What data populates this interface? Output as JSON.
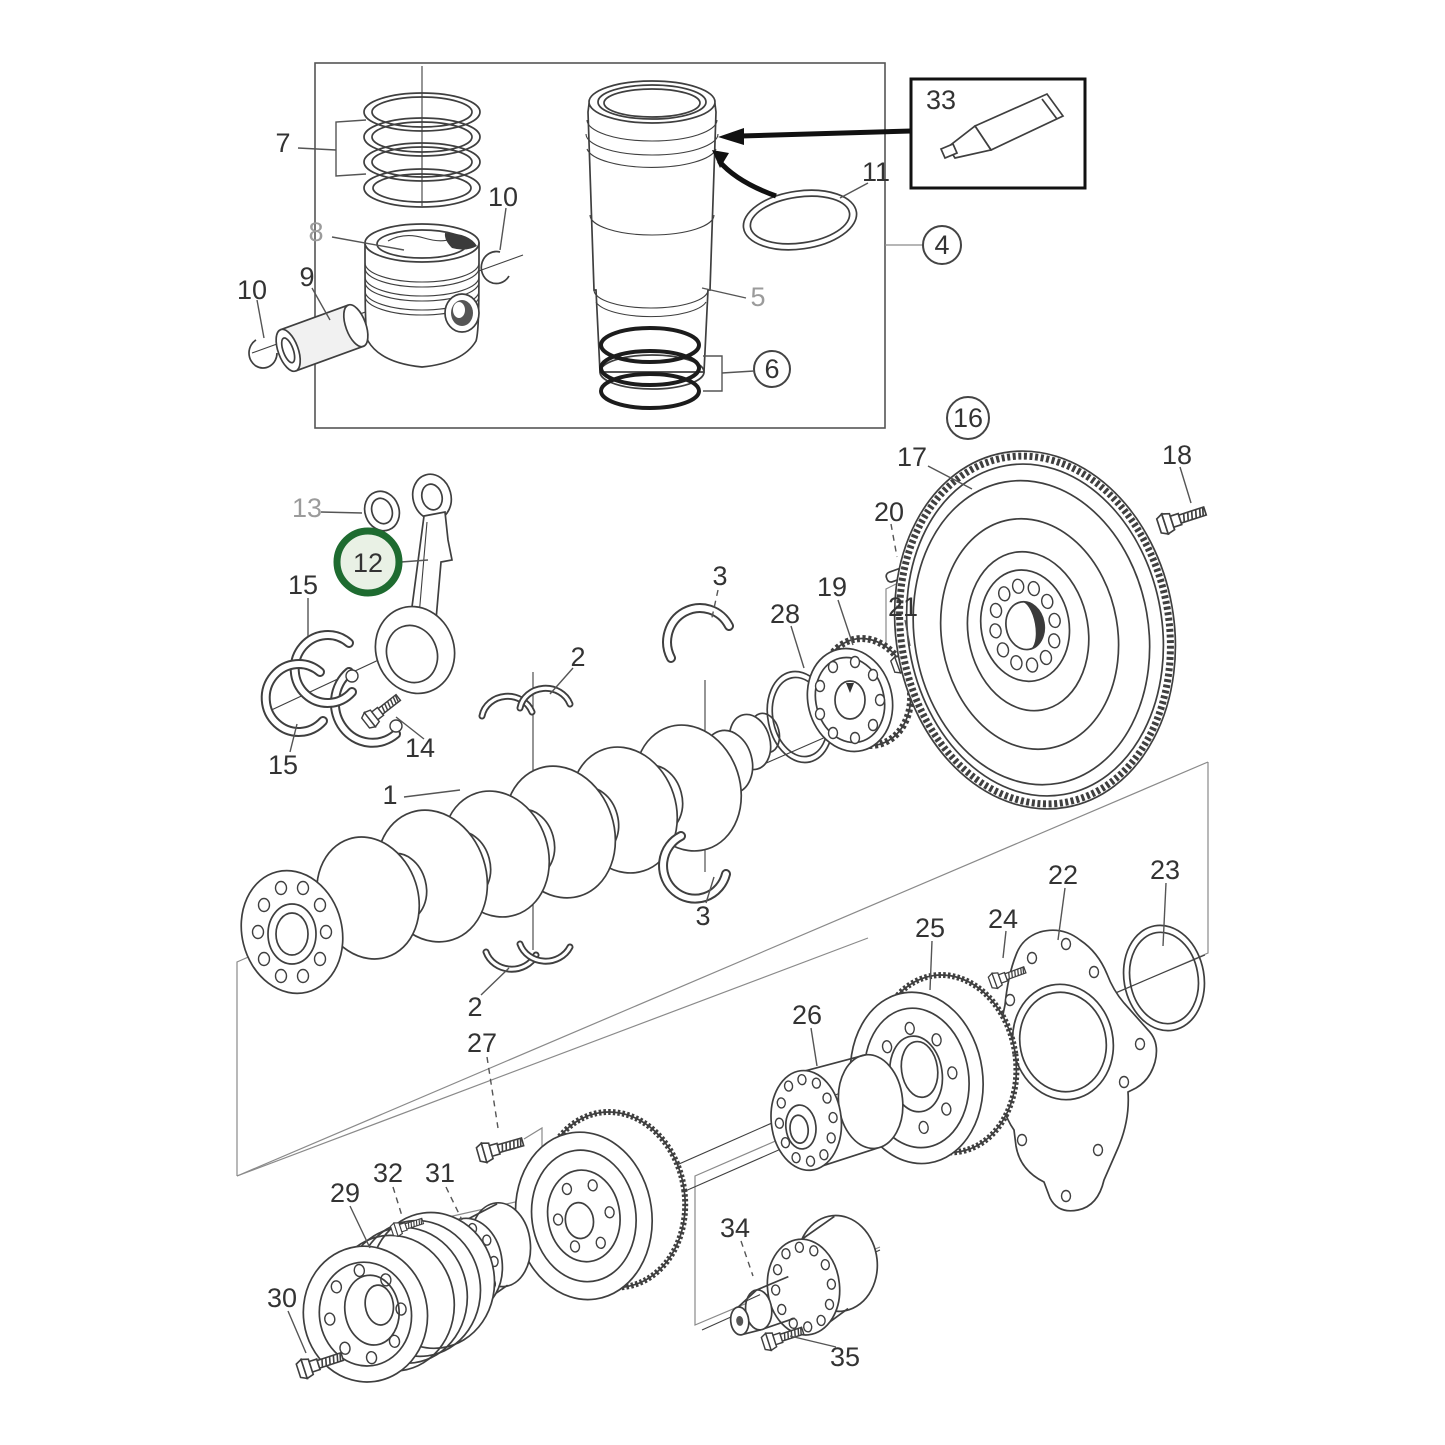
{
  "page": {
    "type": "exploded-parts-diagram",
    "background": "#ffffff"
  },
  "colors": {
    "line": "#3f3f3f",
    "construction": "#8a8a8a",
    "label": "#333333",
    "label_muted": "#9b9b9b",
    "arrow": "#111111",
    "highlight_ring": "#1e6b30",
    "highlight_fill": "#e9f1e5",
    "callout_border": "#333333"
  },
  "labels": {
    "n7": "7",
    "n8": "8",
    "n10a": "10",
    "n9": "9",
    "n10b": "10",
    "n11": "11",
    "n5": "5",
    "n6": "6",
    "n33": "33",
    "n4": "4",
    "n16": "16",
    "n17": "17",
    "n18": "18",
    "n20": "20",
    "n21": "21",
    "n19": "19",
    "n28": "28",
    "n3a": "3",
    "n13": "13",
    "n12": "12",
    "n15a": "15",
    "n15b": "15",
    "n14": "14",
    "n2a": "2",
    "n1": "1",
    "n3b": "3",
    "n2b": "2",
    "n22": "22",
    "n23": "23",
    "n24": "24",
    "n25": "25",
    "n26": "26",
    "n27": "27",
    "n32": "32",
    "n31": "31",
    "n29": "29",
    "n30": "30",
    "n34": "34",
    "n35": "35"
  },
  "callouts": {
    "circled": [
      "4",
      "6",
      "16"
    ],
    "boxed": [
      "33"
    ],
    "highlighted": [
      "12"
    ],
    "muted": [
      "8",
      "5",
      "13"
    ]
  }
}
